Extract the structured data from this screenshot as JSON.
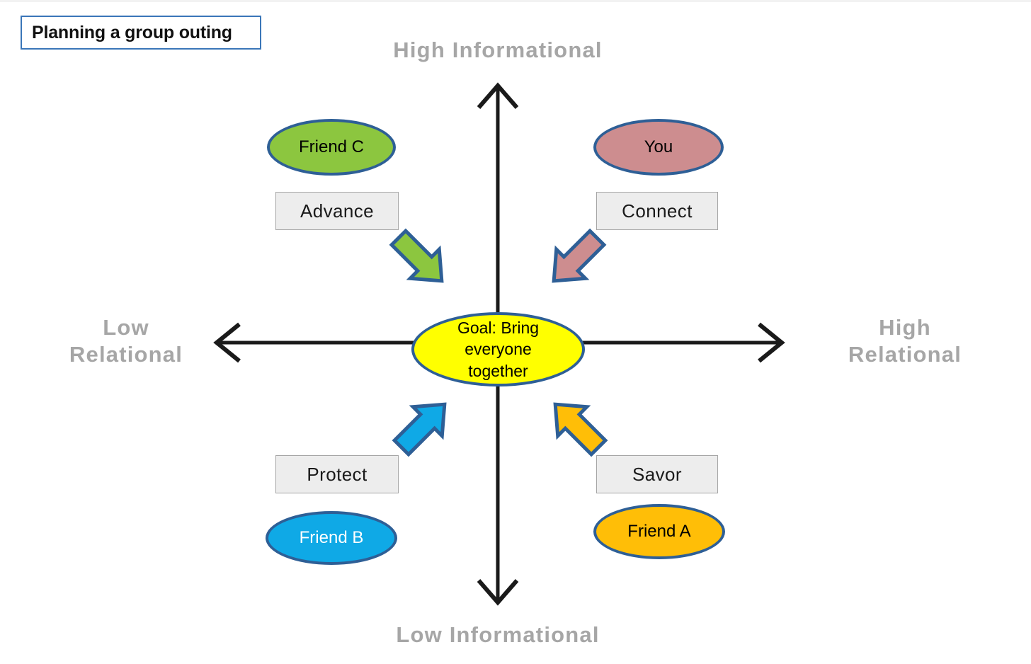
{
  "slide": {
    "title": "Planning a group outing",
    "background_color": "#FFFFFF"
  },
  "axes": {
    "vertical_name": "Informational",
    "horizontal_name": "Relational",
    "top_label": "High Informational",
    "bottom_label": "Low Informational",
    "left_label": "Low\nRelational",
    "right_label": "High\nRelational",
    "label_color": "#A6A6A6",
    "line_color": "#1A1A1A"
  },
  "center": {
    "label": "Goal: Bring\neveryone\ntogether",
    "fill": "#FFFF00",
    "stroke": "#2E5F96",
    "text_color": "#000000"
  },
  "quadrants": [
    {
      "id": "advance",
      "box_label": "Advance",
      "person": "Friend C",
      "person_fill": "#8CC63F",
      "person_text_color": "#000000",
      "arrow_color": "#8CC63F",
      "arrow_direction": "down-right",
      "position": "top-left"
    },
    {
      "id": "connect",
      "box_label": "Connect",
      "person": "You",
      "person_fill": "#CD8D8F",
      "person_text_color": "#000000",
      "arrow_color": "#CD8D8F",
      "arrow_direction": "down-left",
      "position": "top-right"
    },
    {
      "id": "protect",
      "box_label": "Protect",
      "person": "Friend B",
      "person_fill": "#0FA9E6",
      "person_text_color": "#FFFFFF",
      "arrow_color": "#0FA9E6",
      "arrow_direction": "up-right",
      "position": "bottom-left"
    },
    {
      "id": "savor",
      "box_label": "Savor",
      "person": "Friend A",
      "person_fill": "#FFBE07",
      "person_text_color": "#000000",
      "arrow_color": "#FFBE07",
      "arrow_direction": "up-left",
      "position": "bottom-right"
    }
  ],
  "shared": {
    "node_stroke": "#2E5F96",
    "box_fill": "#EDEDED",
    "box_stroke": "#A6A6A6",
    "title_border": "#3A76B8"
  }
}
